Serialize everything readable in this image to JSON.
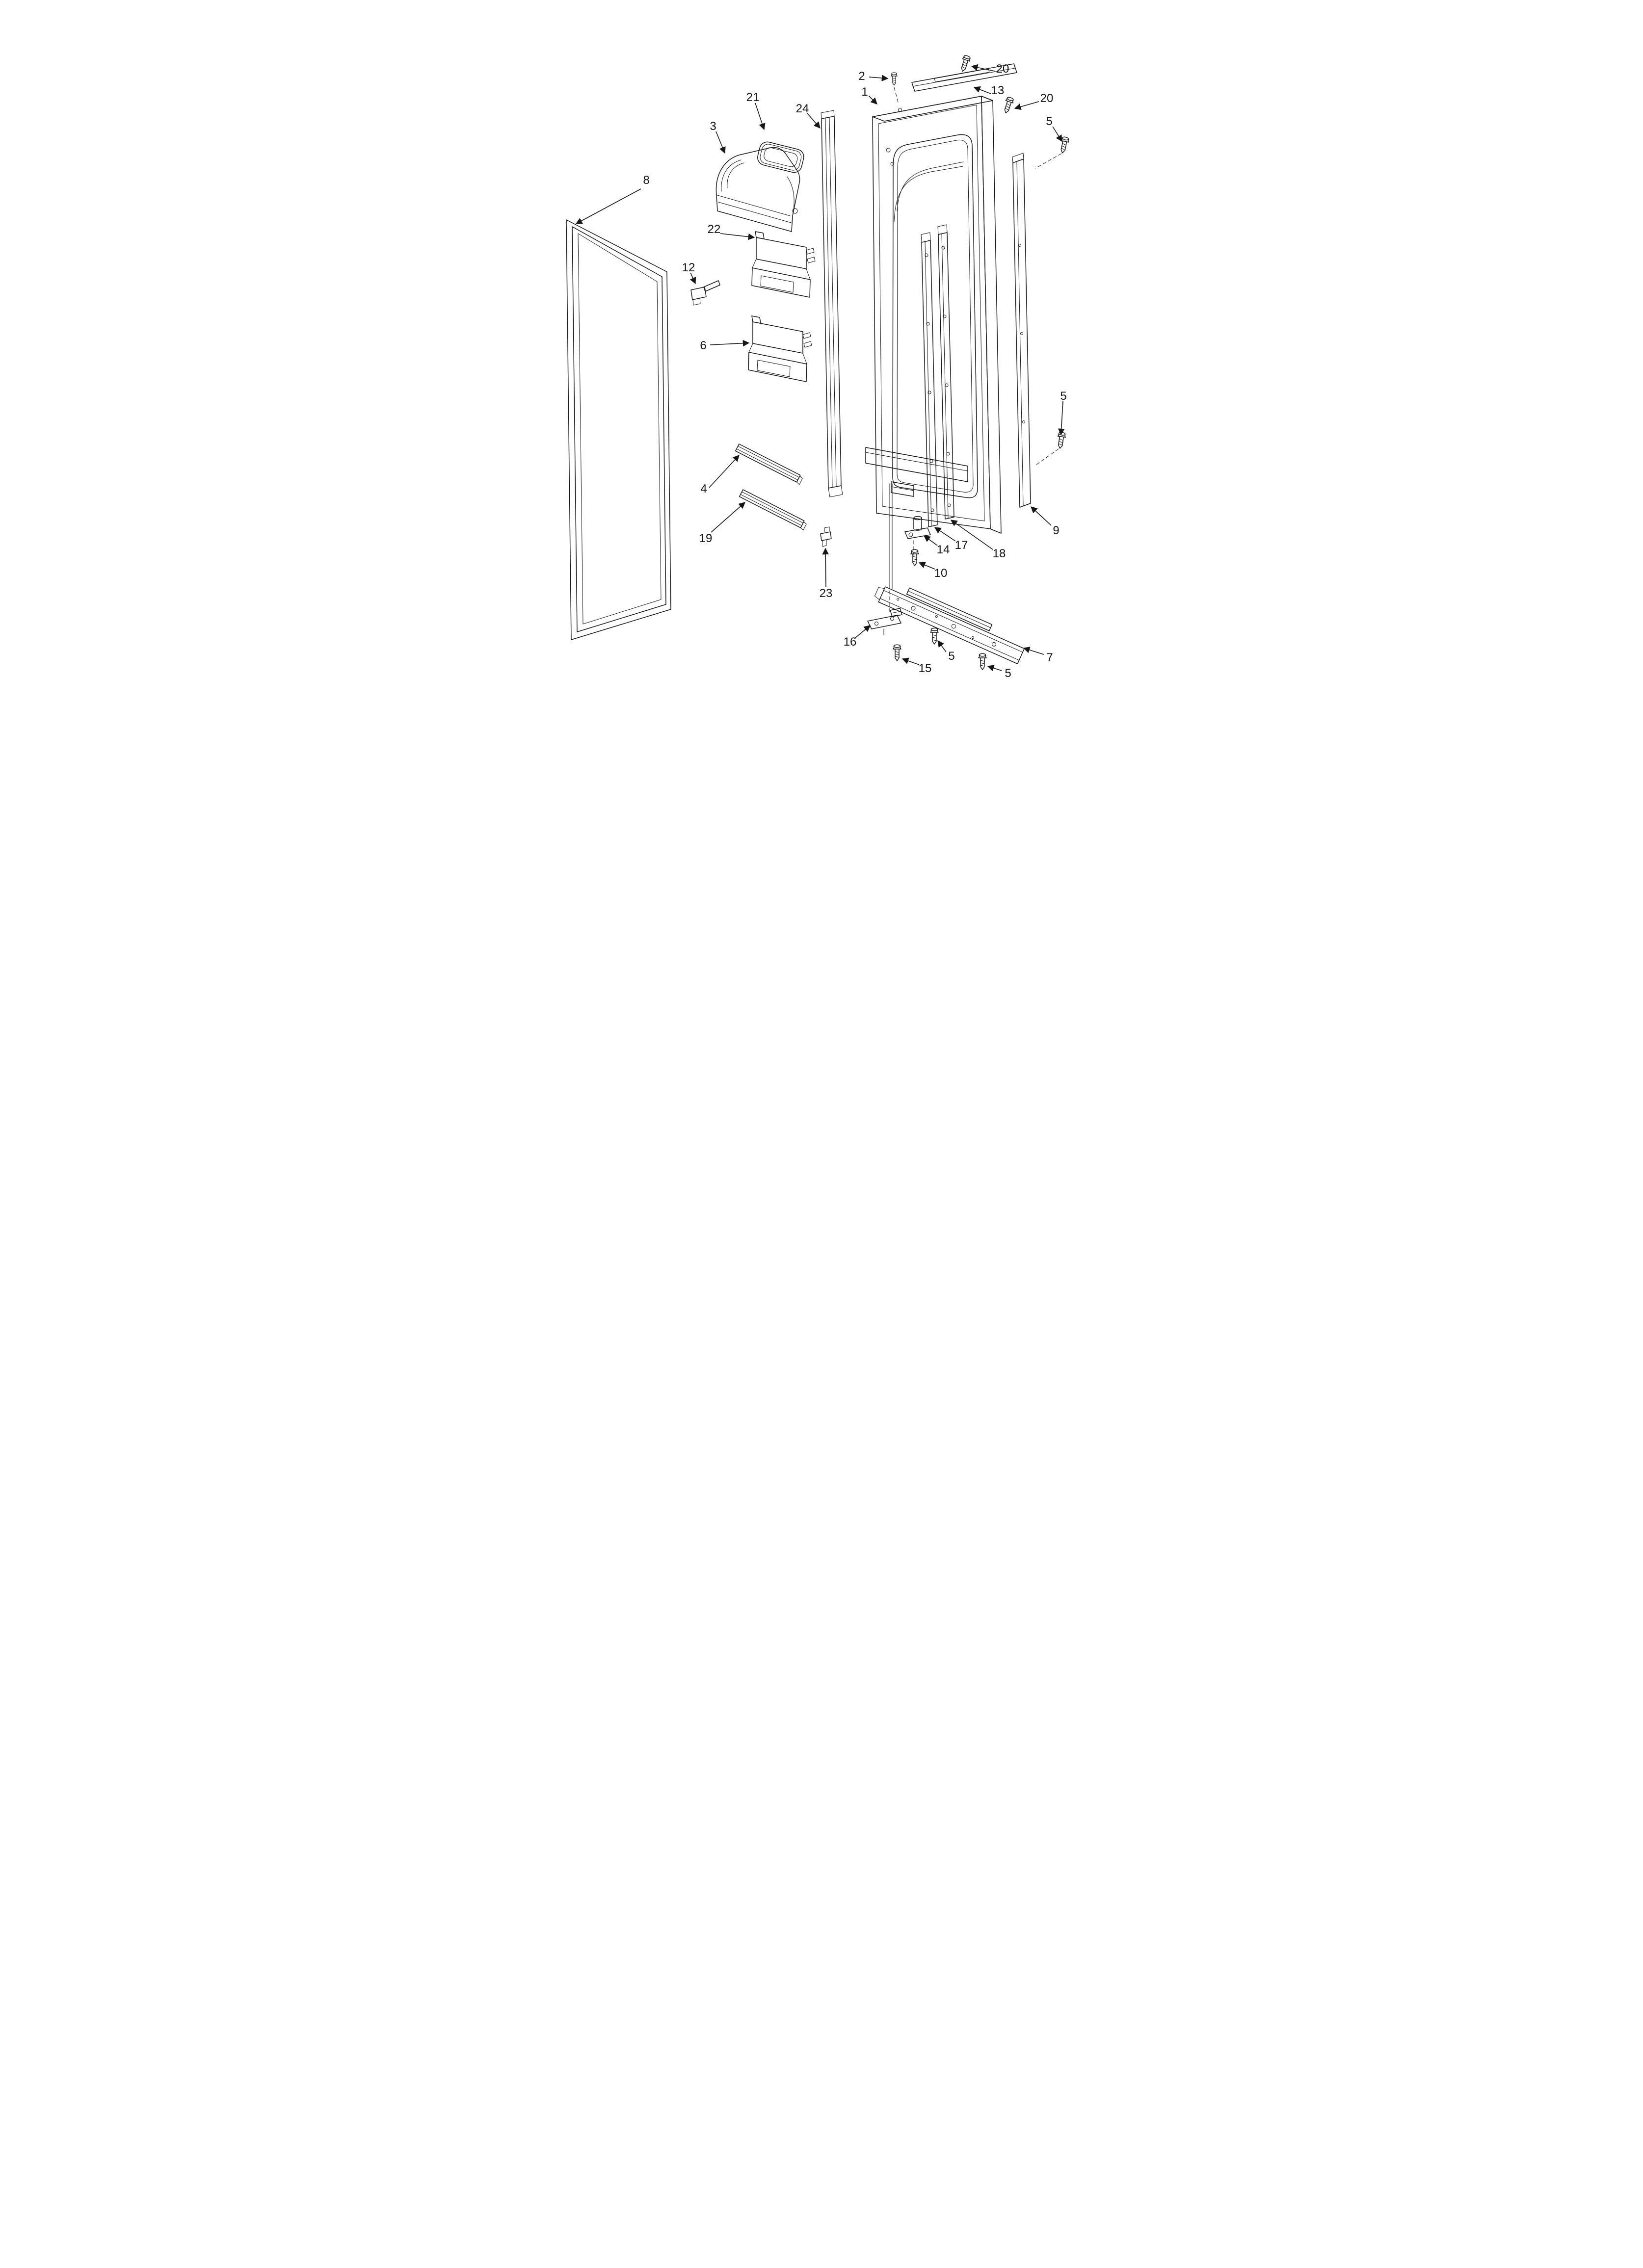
{
  "figure": {
    "background_color": "#ffffff",
    "line_color": "#161616",
    "callouts": [
      {
        "num": "2"
      },
      {
        "num": "20"
      },
      {
        "num": "13"
      },
      {
        "num": "20"
      },
      {
        "num": "1"
      },
      {
        "num": "5"
      },
      {
        "num": "21"
      },
      {
        "num": "24"
      },
      {
        "num": "3"
      },
      {
        "num": "8"
      },
      {
        "num": "12"
      },
      {
        "num": "22"
      },
      {
        "num": "6"
      },
      {
        "num": "5"
      },
      {
        "num": "4"
      },
      {
        "num": "19"
      },
      {
        "num": "23"
      },
      {
        "num": "14"
      },
      {
        "num": "17"
      },
      {
        "num": "18"
      },
      {
        "num": "9"
      },
      {
        "num": "10"
      },
      {
        "num": "16"
      },
      {
        "num": "5"
      },
      {
        "num": "15"
      },
      {
        "num": "5"
      },
      {
        "num": "7"
      }
    ]
  }
}
